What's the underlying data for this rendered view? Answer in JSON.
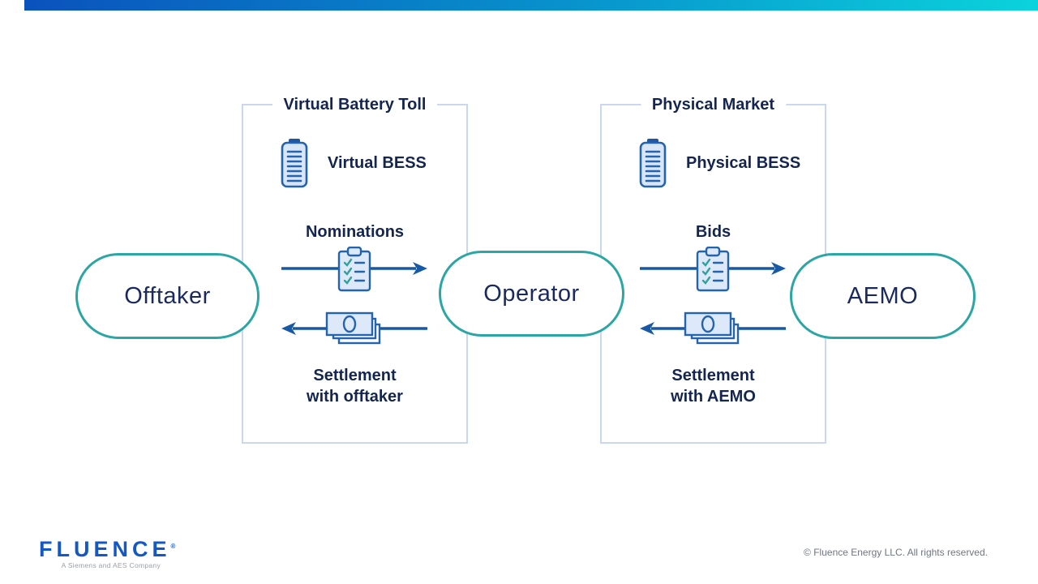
{
  "slide": {
    "top_bar": {
      "gradient_start": "#0a52bd",
      "gradient_end": "#0bd3dc"
    },
    "colors": {
      "navy_text": "#14254f",
      "pill_text": "#1b2a5e",
      "teal_border": "#2ca6a4",
      "box_border": "#cbd6f1",
      "arrow_blue": "#1859a6",
      "icon_stroke": "#2463ae",
      "icon_fill": "#dde9f8",
      "check_teal": "#35a09e",
      "logo_blue": "#1358c5",
      "footer_gray": "#6e7680"
    },
    "entities": [
      {
        "label": "Offtaker"
      },
      {
        "label": "Operator"
      },
      {
        "label": "AEMO"
      }
    ],
    "panels": [
      {
        "title": "Virtual Battery Toll",
        "bess": {
          "icon": "battery-icon",
          "label": "Virtual BESS"
        },
        "flow_out": {
          "label": "Nominations",
          "icon": "checklist-icon",
          "direction": "right"
        },
        "flow_back": {
          "icon": "banknotes-icon",
          "direction": "left",
          "label_line1": "Settlement",
          "label_line2": "with offtaker"
        }
      },
      {
        "title": "Physical Market",
        "bess": {
          "icon": "battery-icon",
          "label": "Physical BESS"
        },
        "flow_out": {
          "label": "Bids",
          "icon": "checklist-icon",
          "direction": "right"
        },
        "flow_back": {
          "icon": "banknotes-icon",
          "direction": "left",
          "label_line1": "Settlement",
          "label_line2": "with AEMO"
        }
      }
    ],
    "footer": {
      "logo": "FLUENCE",
      "registered_mark": "®",
      "logo_subtitle": "A Siemens and AES Company",
      "copyright": "© Fluence Energy LLC. All rights reserved."
    }
  }
}
